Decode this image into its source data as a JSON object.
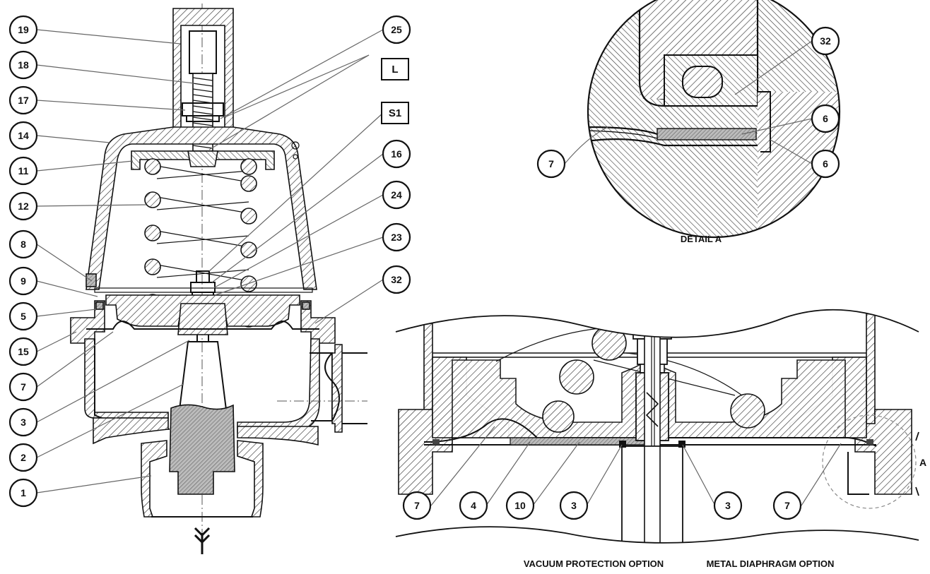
{
  "main_view": {
    "callouts_left": [
      "19",
      "18",
      "17",
      "14",
      "11",
      "12",
      "8",
      "9",
      "5",
      "15",
      "7",
      "3",
      "2",
      "1"
    ],
    "callouts_right": [
      "25",
      "16",
      "24",
      "23",
      "32"
    ],
    "box_labels": [
      "L",
      "S1"
    ]
  },
  "detail_a": {
    "title": "DETAIL A",
    "callouts": [
      "32",
      "6",
      "6",
      "7"
    ]
  },
  "lower_view": {
    "callouts": [
      "7",
      "4",
      "10",
      "3",
      "3",
      "7"
    ],
    "detail_marker": "A",
    "caption_left": "VACUUM PROTECTION OPTION",
    "caption_right": "METAL DIAPHRAGM OPTION"
  }
}
